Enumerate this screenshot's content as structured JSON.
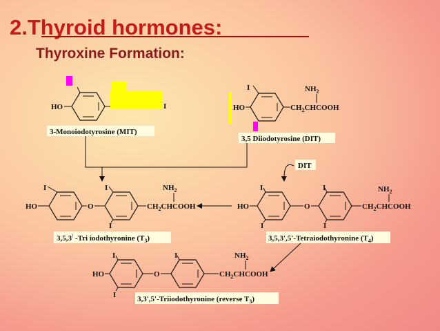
{
  "title": "2.Thyroid hormones:",
  "subtitle": "Thyroxine Formation:",
  "colors": {
    "title": "#c51b1b",
    "subtitle": "#8a1c1c",
    "label_box": "#fffce0",
    "highlight_yellow": "#ffff00",
    "highlight_magenta": "#ff00ff"
  },
  "atoms": {
    "ho": "HO",
    "o": "O",
    "i": "I",
    "nh2": "NH",
    "nh2_sub": "2",
    "side_chain": "CH",
    "side_chain_sub": "2",
    "side_chain_end": "CHCOOH",
    "dit_arrow_label": "DIT",
    "mit_partial": "I"
  },
  "compounds": {
    "mit": "3-Monoiodotyrosine (MIT)",
    "dit": "3,5 Diiodotyrosine (DIT)",
    "t3_main": "3,5,3",
    "t3_prime": "/",
    "t3_rest": " -Tri iodothyronine (T",
    "t3_sub": "3",
    "t3_close": ")",
    "t4_main": "3,5,3',5'-Tetraiodothyronine (T",
    "t4_sub": "4",
    "t4_close": ")",
    "rt3_main": "3,3',5'-Triiodothyronine (reverse T",
    "rt3_sub": "3",
    "rt3_close": ")"
  }
}
